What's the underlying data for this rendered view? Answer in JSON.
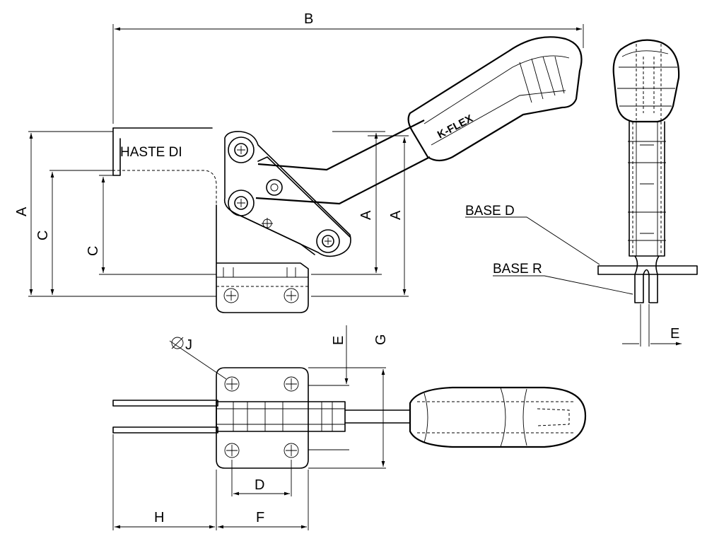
{
  "labels": {
    "b": "B",
    "a_outer": "A",
    "c_outer": "C",
    "c_inner": "C",
    "a_mid": "A",
    "a_right": "A",
    "haste": "HASTE DI",
    "base_d": "BASE D",
    "base_r": "BASE R",
    "e_side": "E",
    "e_top": "E",
    "g": "G",
    "j": "J",
    "d": "D",
    "h": "H",
    "f": "F"
  },
  "handle_logo": "K-FLEX",
  "colors": {
    "line": "#000000",
    "background": "#ffffff"
  }
}
